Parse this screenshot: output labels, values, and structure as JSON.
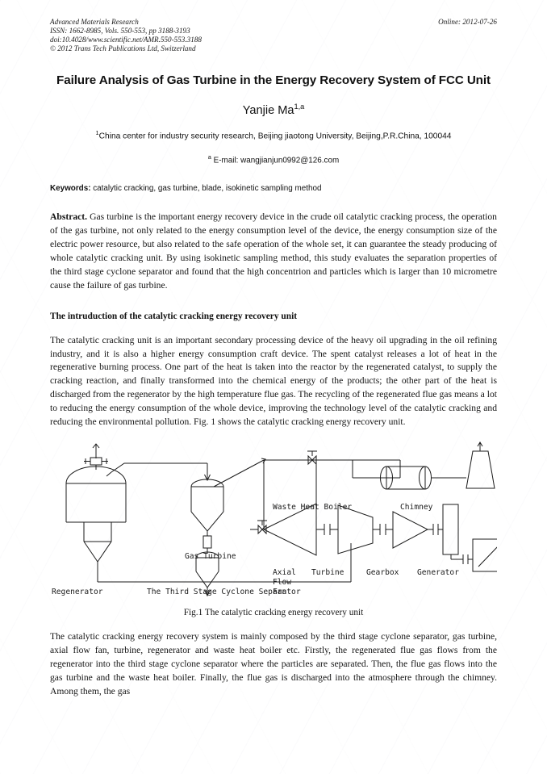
{
  "running_head": {
    "journal": "Advanced Materials Research",
    "issn_line": "ISSN: 1662-8985, Vols. 550-553, pp 3188-3193",
    "doi_line": "doi:10.4028/www.scientific.net/AMR.550-553.3188",
    "copyright_line": "© 2012 Trans Tech Publications Ltd, Switzerland",
    "online_date": "Online: 2012-07-26"
  },
  "article": {
    "title": "Failure Analysis of Gas Turbine in the Energy Recovery System of FCC Unit",
    "author_name": "Yanjie Ma",
    "author_sup": "1,a",
    "affiliation_sup": "1",
    "affiliation": "China center for industry security research, Beijing jiaotong University, Beijing,P.R.China, 100044",
    "email_sup": "a",
    "email_label": "E-mail:",
    "email": "wangjianjun0992@126.com",
    "keywords_label": "Keywords:",
    "keywords": "catalytic cracking, gas turbine, blade, isokinetic sampling method",
    "abstract_label": "Abstract.",
    "abstract": "Gas turbine is the important energy recovery device in the crude oil catalytic cracking process, the operation of the gas turbine, not only related to the energy consumption level of the device, the energy consumption size of the electric power resource, but also related to the safe operation of the whole set, it can guarantee the steady producing of whole catalytic cracking unit. By using isokinetic sampling method, this study evaluates the separation properties of the third stage cyclone separator and found that the high concentrion and particles which is larger than 10 micrometre cause the failure of gas turbine.",
    "section_heading": "The intruduction of the catalytic cracking energy recovery unit",
    "paragraph_1": "The catalytic cracking unit is an important secondary processing device of the heavy oil upgrading in the oil refining industry, and it is also a higher energy consumption craft device. The spent catalyst releases a lot of heat in the regenerative burning process. One part of the heat is taken into the reactor by the regenerated catalyst, to supply the cracking reaction, and finally transformed into the chemical energy of the products; the other part of the heat is discharged from the regenerator by the high temperature flue gas. The recycling of the regenerated flue gas means a lot to reducing the energy consumption of the whole device, improving the technology level of the catalytic cracking and reducing the environmental pollution. Fig. 1 shows the catalytic cracking energy recovery unit.",
    "figure_caption": "Fig.1 The catalytic cracking energy recovery unit",
    "paragraph_2": "The catalytic cracking energy recovery system is mainly composed by the third stage cyclone separator, gas turbine, axial flow fan, turbine, regenerator and waste heat boiler etc. Firstly, the regenerated flue gas flows from the regenerator into the third stage cyclone separator where the particles are separated. Then, the flue gas flows into the gas turbine and the waste heat boiler. Finally, the flue gas is discharged into the atmosphere through the chimney. Among them, the gas"
  },
  "figure": {
    "labels": {
      "regenerator": "Regenerator",
      "third_stage_cyclone_separator": "The Third Stage Cyclone Separator",
      "gas_turbine": "Gas Turbine",
      "waste_heat_boiler": "Waste Heat Boiler",
      "chimney": "Chimney",
      "axial_flow_fan_line1": "Axial",
      "axial_flow_fan_line2": "Flow",
      "axial_flow_fan_line3": "Fan",
      "turbine": "Turbine",
      "gearbox": "Gearbox",
      "generator": "Generator"
    },
    "stroke_color": "#1b1b1b"
  }
}
